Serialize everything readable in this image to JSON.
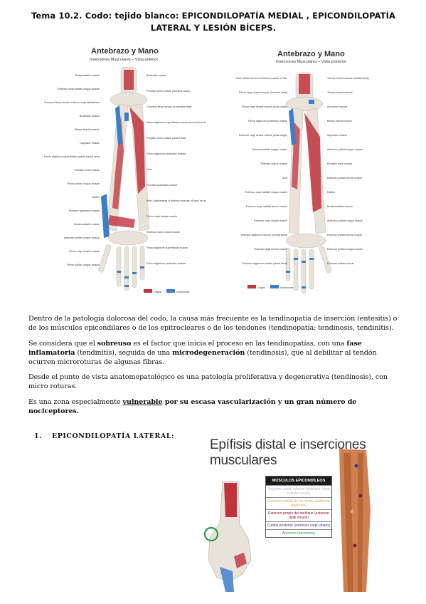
{
  "title": {
    "line1": "Tema 10.2. Codo: tejido blanco: EPICONDILOPATÍA MEDIAL , EPICONDILOPATÍA",
    "line2": "LATERAL Y LESIÓN BÍCEPS."
  },
  "figure_left": {
    "title": "Antebrazo y Mano",
    "subtitle": "Inserciones Musculares – Vista anterior",
    "legend_origin": "Origen",
    "legend_insertion": "Inserciones",
    "labels_left": [
      "Braquiradialis muscle",
      "Extensor carpi radialis longus muscle",
      "Common flexor tendon of flexor carpi radialis brevis",
      "Brachialis muscle",
      "Biceps brachii muscle",
      "Supinator muscle",
      "Flexor digitorum superficialis muscle (radial head)",
      "Pronator teres muscle",
      "Flexor pollicis longus muscle",
      "Radius",
      "Pronator quadratus muscle",
      "Brachioradialis muscle",
      "Abductor pollicis longus muscle",
      "Flexor carpi ulnaris muscle",
      "Flexor pollicis longus muscle"
    ],
    "labels_right": [
      "Brachialis muscle",
      "Pronator teres muscle (humeral head)",
      "Common flexor tendon of pronator teres",
      "Flexor digitorum superficialis muscle (humeroulnar head)",
      "Pronator teres muscle (ulnar head)",
      "Flexor digitorum profundus muscle",
      "Ulna",
      "Pronator quadratus muscle",
      "Note: Attachments of intrinsic muscles of hand not shown",
      "Flexor carpi ulnaris muscle",
      "Extensor carpi ulnaris muscle",
      "Flexor digitorum superficialis muscle",
      "Flexor digitorum profundus muscle"
    ]
  },
  "figure_right": {
    "title": "Antebrazo y Mano",
    "subtitle": "Inserciones Musculares – Vista posterior",
    "legend_origin": "Origen",
    "legend_insertion": "Inserciones",
    "labels_left": [
      "Note: Attachments of intrinsic muscles of hand not shown",
      "Flexor carpi ulnaris muscle (humeral head)",
      "Flexor carpi ulnaris muscle (ulnar origin)",
      "Flexor digitorum profundus muscle",
      "Extensor carpi ulnaris muscle (ulnar origin)",
      "Extensor pollicis longus muscle",
      "Extensor indicis muscle",
      "Ulna",
      "Extensor carpi radialis longus muscle",
      "Extensor carpi radialis brevis muscle",
      "Extensor carpi ulnaris muscle",
      "Extensor digitorum muscle (central band)",
      "Extensor digiti minimi muscle",
      "Extensor digitorum muscle (distal band)"
    ],
    "labels_right": [
      "Triceps brachii muscle (medial head)",
      "Triceps brachii muscle",
      "Anconeus muscle",
      "Biceps brachii muscle",
      "Supinator muscle",
      "Abductor pollicis longus muscle",
      "Pronator teres muscle",
      "Extensor pollicis brevis muscle",
      "Radius",
      "Brachioradialis muscle",
      "Abductor pollicis longus muscle",
      "Extensor pollicis brevis muscle",
      "Extensor pollicis longus muscle",
      "Extensor indicis muscle"
    ]
  },
  "paragraphs": {
    "p1": "Dentro de la patología dolorosa del codo, la causa más frecuente es la tendinopatía de inserción (entesitis) o de los músculos epicondilares o de los epitrocleares o de los tendones (tendinopatía: tendinosis, tendinitis).",
    "p2_a": "Se considera que el ",
    "p2_b": "sobreuso",
    "p2_c": " es el factor que inicia el proceso en las tendinopatías, con una ",
    "p2_d": "fase inflamatoria",
    "p2_e": " (tendinitis), seguida de una ",
    "p2_f": "microdegeneración",
    "p2_g": " (tendinosis), que al debilitar al tendón ocurren microroturas de algunas fibras.",
    "p3": "Desde el punto de vista anatomopatológico es una patología proliferativa y degenerativa (tendinosis), con micro roturas.",
    "p4_a": "Es una zona especialmente ",
    "p4_b": "vulnerable",
    "p4_c": " por su escasa vascularización y un gran número de nociceptores."
  },
  "section": {
    "number": "1.",
    "heading": "EPICONDILOPATÍA LATERAL:"
  },
  "photo": {
    "title": "Epífisis distal e inserciones musculares",
    "table_header": "MÚSCULOS EPICONDÍLEOS",
    "rows": [
      {
        "text": "Segundo radial externo (extensor carpi radialis brevis)",
        "color": "#b6b6d6"
      },
      {
        "text": "Extensor común de los dedos (extensor digitorum)",
        "color": "#e0a060"
      },
      {
        "text": "Extensor propio del meñique (extensor digiti minimi)",
        "color": "#8a1a3a"
      },
      {
        "text": "Cubital posterior (extensor carpi ulnaris)",
        "color": "#3a3a7a"
      },
      {
        "text": "Ancóneo (anconeus)",
        "color": "#2a9a4a"
      }
    ]
  },
  "colors": {
    "muscle_red": "#c0323c",
    "insertion_blue": "#3a7fc8",
    "bone": "#e8e2d8"
  }
}
